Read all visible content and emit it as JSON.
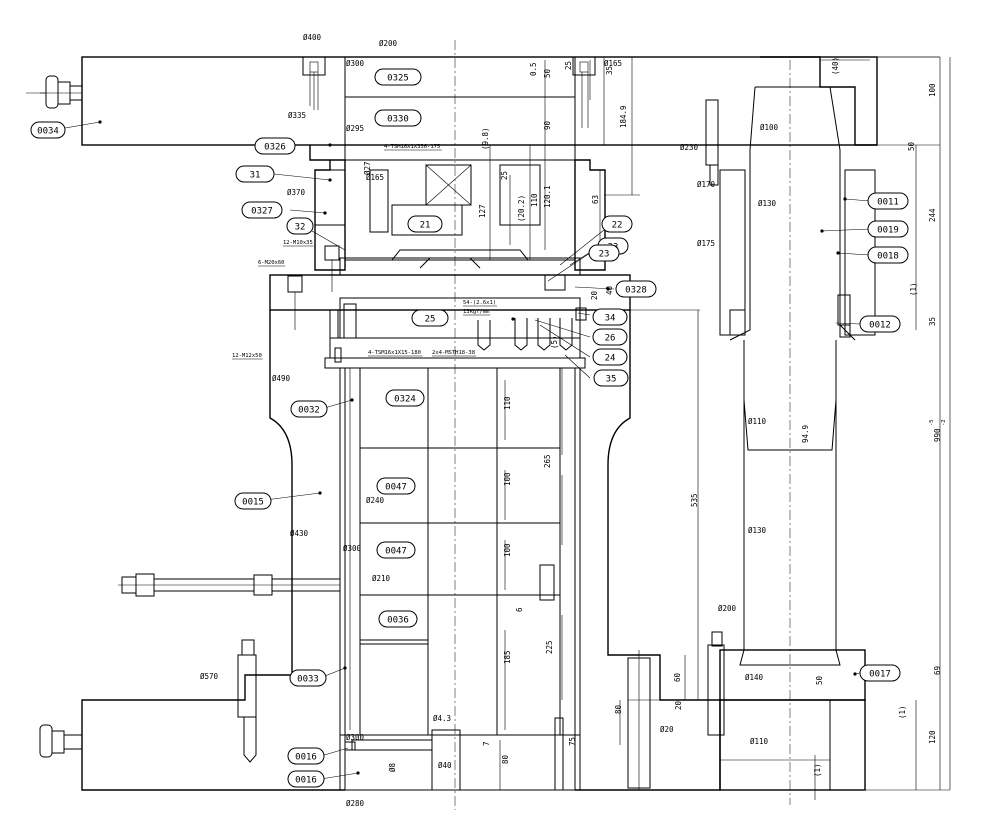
{
  "balloons": [
    {
      "id": "b-0325",
      "text": "0325"
    },
    {
      "id": "b-0330",
      "text": "0330"
    },
    {
      "id": "b-0034",
      "text": "0034"
    },
    {
      "id": "b-0326",
      "text": "0326"
    },
    {
      "id": "b-31",
      "text": "31"
    },
    {
      "id": "b-0327",
      "text": "0327"
    },
    {
      "id": "b-32",
      "text": "32"
    },
    {
      "id": "b-21",
      "text": "21"
    },
    {
      "id": "b-22",
      "text": "22"
    },
    {
      "id": "b-33",
      "text": "33"
    },
    {
      "id": "b-23",
      "text": "23"
    },
    {
      "id": "b-0328",
      "text": "0328"
    },
    {
      "id": "b-25",
      "text": "25"
    },
    {
      "id": "b-34",
      "text": "34"
    },
    {
      "id": "b-26",
      "text": "26"
    },
    {
      "id": "b-24",
      "text": "24"
    },
    {
      "id": "b-35",
      "text": "35"
    },
    {
      "id": "b-0032",
      "text": "0032"
    },
    {
      "id": "b-0324",
      "text": "0324"
    },
    {
      "id": "b-0015",
      "text": "0015"
    },
    {
      "id": "b-0047a",
      "text": "0047"
    },
    {
      "id": "b-0047b",
      "text": "0047"
    },
    {
      "id": "b-0036",
      "text": "0036"
    },
    {
      "id": "b-0033",
      "text": "0033"
    },
    {
      "id": "b-0016a",
      "text": "0016"
    },
    {
      "id": "b-0016b",
      "text": "0016"
    },
    {
      "id": "b-0011",
      "text": "0011"
    },
    {
      "id": "b-0019",
      "text": "0019"
    },
    {
      "id": "b-0018",
      "text": "0018"
    },
    {
      "id": "b-0012",
      "text": "0012"
    },
    {
      "id": "b-0017",
      "text": "0017"
    }
  ],
  "dims": [
    {
      "id": "d-400",
      "text": "Ø400"
    },
    {
      "id": "d-200-top",
      "text": "Ø200"
    },
    {
      "id": "d-300-top",
      "text": "Ø300"
    },
    {
      "id": "d-335",
      "text": "Ø335"
    },
    {
      "id": "d-295",
      "text": "Ø295"
    },
    {
      "id": "d-370",
      "text": "Ø370"
    },
    {
      "id": "d-165-l",
      "text": "Ø165"
    },
    {
      "id": "d-27",
      "text": "Ø27"
    },
    {
      "id": "d-165-r",
      "text": "Ø165"
    },
    {
      "id": "d-0-5",
      "text": "0.5"
    },
    {
      "id": "d-50-top",
      "text": "50"
    },
    {
      "id": "d-25-top",
      "text": "25"
    },
    {
      "id": "d-35-top",
      "text": "35"
    },
    {
      "id": "d-40p",
      "text": "(40)"
    },
    {
      "id": "d-100-r",
      "text": "100"
    },
    {
      "id": "d-90",
      "text": "90"
    },
    {
      "id": "d-184",
      "text": "184.9"
    },
    {
      "id": "d-9-8",
      "text": "(9.8)"
    },
    {
      "id": "d-25-mid",
      "text": "25"
    },
    {
      "id": "d-127",
      "text": "127"
    },
    {
      "id": "d-20-2",
      "text": "(20.2)"
    },
    {
      "id": "d-110-s",
      "text": "110"
    },
    {
      "id": "d-120-1",
      "text": "120.1"
    },
    {
      "id": "d-63",
      "text": "63"
    },
    {
      "id": "d-100-dia",
      "text": "Ø100"
    },
    {
      "id": "d-230",
      "text": "Ø230"
    },
    {
      "id": "d-170",
      "text": "Ø170"
    },
    {
      "id": "d-130-u",
      "text": "Ø130"
    },
    {
      "id": "d-175",
      "text": "Ø175"
    },
    {
      "id": "d-50-r",
      "text": "50"
    },
    {
      "id": "d-244",
      "text": "244"
    },
    {
      "id": "d-1p-a",
      "text": "(1)"
    },
    {
      "id": "d-35-r",
      "text": "35"
    },
    {
      "id": "d-20-s",
      "text": "20"
    },
    {
      "id": "d-40-s",
      "text": "40"
    },
    {
      "id": "d-5p",
      "text": "(5)"
    },
    {
      "id": "d-490",
      "text": "Ø490"
    },
    {
      "id": "d-430",
      "text": "Ø430"
    },
    {
      "id": "d-240",
      "text": "Ø240"
    },
    {
      "id": "d-300-m",
      "text": "Ø300"
    },
    {
      "id": "d-210",
      "text": "Ø210"
    },
    {
      "id": "d-110-a",
      "text": "110"
    },
    {
      "id": "d-265",
      "text": "265"
    },
    {
      "id": "d-100-b",
      "text": "100"
    },
    {
      "id": "d-100-c",
      "text": "100"
    },
    {
      "id": "d-6",
      "text": "6"
    },
    {
      "id": "d-185",
      "text": "185"
    },
    {
      "id": "d-225",
      "text": "225"
    },
    {
      "id": "d-535",
      "text": "535"
    },
    {
      "id": "d-949",
      "text": "94.9"
    },
    {
      "id": "d-110-dia",
      "text": "Ø110"
    },
    {
      "id": "d-130-l",
      "text": "Ø130"
    },
    {
      "id": "d-990",
      "text": "990"
    },
    {
      "id": "d-990-up",
      "text": "-5"
    },
    {
      "id": "d-990-lo",
      "text": "-2"
    },
    {
      "id": "d-200-b",
      "text": "Ø200"
    },
    {
      "id": "d-140",
      "text": "Ø140"
    },
    {
      "id": "d-50-b",
      "text": "50"
    },
    {
      "id": "d-69",
      "text": "69"
    },
    {
      "id": "d-570",
      "text": "Ø570"
    },
    {
      "id": "d-60",
      "text": "60"
    },
    {
      "id": "d-80-b",
      "text": "80"
    },
    {
      "id": "d-20-b",
      "text": "20"
    },
    {
      "id": "d-20-dia",
      "text": "Ø20"
    },
    {
      "id": "d-1p-b",
      "text": "(1)"
    },
    {
      "id": "d-110-dia-b",
      "text": "Ø110"
    },
    {
      "id": "d-120-b",
      "text": "120"
    },
    {
      "id": "d-1p-c",
      "text": "(1)"
    },
    {
      "id": "d-4-3",
      "text": "Ø4.3"
    },
    {
      "id": "d-7",
      "text": "7"
    },
    {
      "id": "d-75",
      "text": "75"
    },
    {
      "id": "d-300-b",
      "text": "Ø300"
    },
    {
      "id": "d-8",
      "text": "Ø8"
    },
    {
      "id": "d-40-dia",
      "text": "Ø40"
    },
    {
      "id": "d-80-c",
      "text": "80"
    },
    {
      "id": "d-280",
      "text": "Ø280"
    }
  ],
  "notes": [
    {
      "id": "n-tsm-top",
      "text": "4-TSM16X1X356-175"
    },
    {
      "id": "n-m10",
      "text": "12-M10x35"
    },
    {
      "id": "n-m20",
      "text": "6-M20x60"
    },
    {
      "id": "n-54",
      "text": "54-(2.6x1)"
    },
    {
      "id": "n-kgf",
      "text": "13Kgf/mm"
    },
    {
      "id": "n-tsm-mid",
      "text": "4-TSM16x1X15-180"
    },
    {
      "id": "n-m12",
      "text": "12-M12x50"
    },
    {
      "id": "n-mstm",
      "text": "2x4-MSTH18-38"
    }
  ]
}
